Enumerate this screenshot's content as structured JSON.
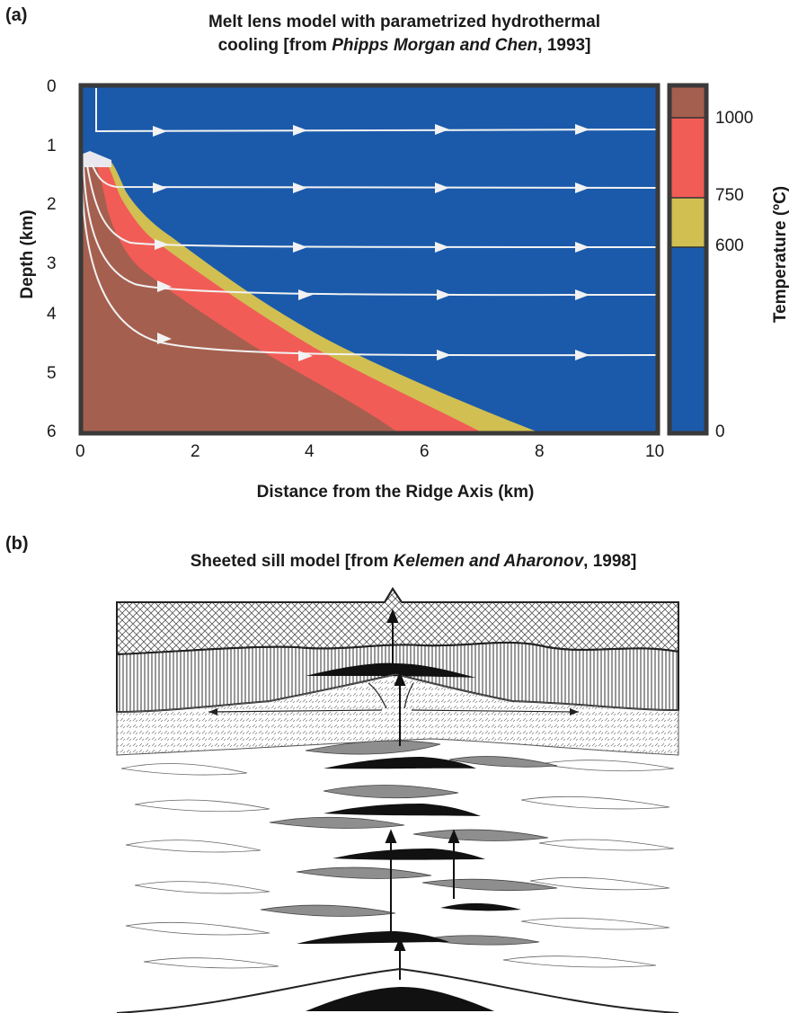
{
  "panel_a": {
    "label": "(a)",
    "title_line1": "Melt lens model with parametrized hydrothermal",
    "title_line2_prefix": "cooling [from ",
    "title_line2_italic": "Phipps Morgan and Chen",
    "title_line2_suffix": ", 1993]",
    "xlabel": "Distance from the Ridge Axis (km)",
    "ylabel": "Depth (km)",
    "xticks": [
      "0",
      "2",
      "4",
      "6",
      "8",
      "10"
    ],
    "yticks": [
      "0",
      "1",
      "2",
      "3",
      "4",
      "5",
      "6"
    ],
    "colorbar_title": "Temperature (ºC)",
    "colorbar_ticks": [
      "1000",
      "750",
      "600",
      "0"
    ],
    "colors": {
      "cold": "#1b5aab",
      "band_600": "#d1bf52",
      "band_750": "#f25c56",
      "band_1000": "#a55f4f",
      "streamline": "#f2f2f2",
      "frame": "#3a3a3a"
    }
  },
  "panel_b": {
    "label": "(b)",
    "title_prefix": "Sheeted sill model  [from  ",
    "title_italic": "Kelemen and Aharonov",
    "title_suffix": ", 1998]"
  },
  "chart_data": {
    "type": "area",
    "title": "Melt lens model with parametrized hydrothermal cooling [from Phipps Morgan and Chen, 1993]",
    "xlabel": "Distance from the Ridge Axis (km)",
    "ylabel": "Depth (km)",
    "xlim": [
      0,
      10
    ],
    "ylim": [
      6,
      0
    ],
    "colorbar": {
      "label": "Temperature (ºC)",
      "levels": [
        0,
        600,
        750,
        1000
      ]
    },
    "series": [
      {
        "name": "600",
        "x": [
          0,
          0.5,
          0.7,
          1.0,
          1.5,
          2.5,
          4.0,
          6.0,
          8.0
        ],
        "y": [
          1.3,
          1.3,
          1.55,
          1.95,
          2.45,
          3.15,
          4.1,
          5.2,
          6.0
        ]
      },
      {
        "name": "750",
        "x": [
          0,
          0.4,
          0.6,
          0.85,
          1.3,
          2.2,
          3.5,
          5.5,
          7.0
        ],
        "y": [
          1.3,
          1.35,
          1.7,
          2.15,
          2.75,
          3.4,
          4.3,
          5.4,
          6.0
        ]
      },
      {
        "name": "1000",
        "x": [
          0,
          0.25,
          0.45,
          0.65,
          1.0,
          1.8,
          3.0,
          4.5,
          5.5
        ],
        "y": [
          1.3,
          1.4,
          2.0,
          2.6,
          3.2,
          3.8,
          4.6,
          5.4,
          6.0
        ]
      }
    ]
  }
}
